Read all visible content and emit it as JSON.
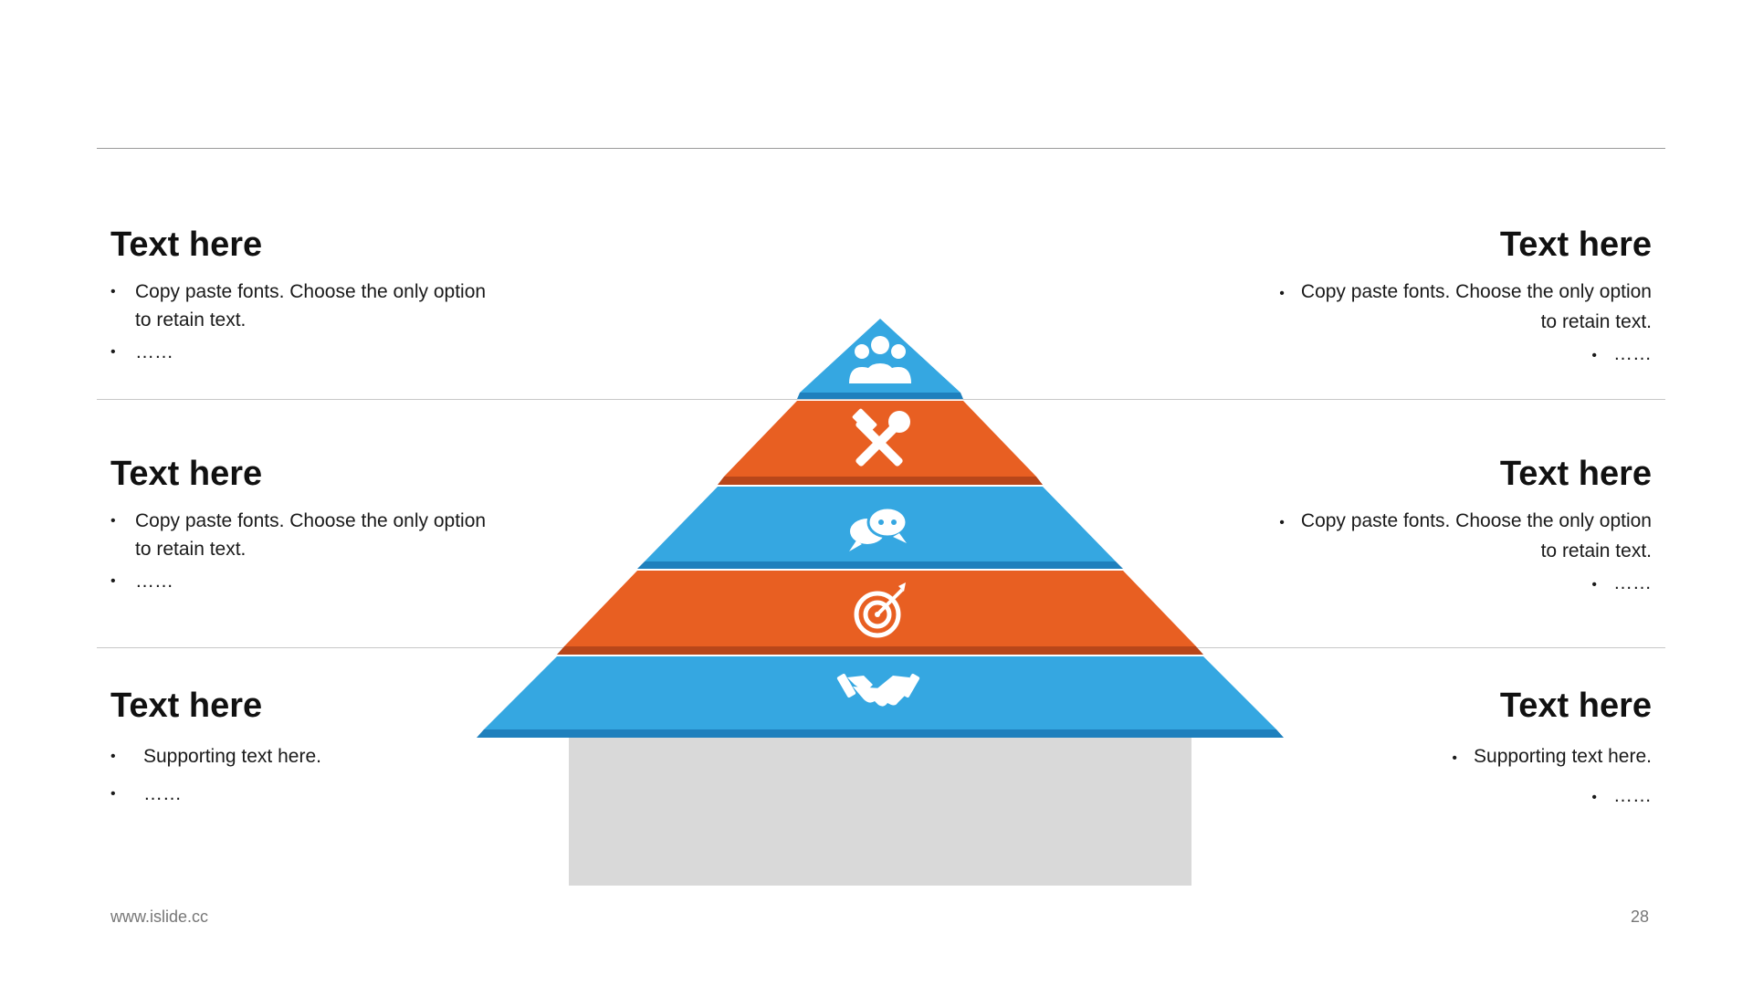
{
  "blocks": {
    "left": [
      {
        "title": "Text here",
        "bullet1": "Copy paste fonts. Choose the only option",
        "bullet1_cont": "to retain text.",
        "bullet2": "……"
      },
      {
        "title": "Text here",
        "bullet1": "Copy paste fonts. Choose the only option",
        "bullet1_cont": "to retain text.",
        "bullet2": "……"
      },
      {
        "title": "Text here",
        "bullet1": "Supporting text here.",
        "bullet2": "……"
      }
    ],
    "right": [
      {
        "title": "Text here",
        "bullet1": "Copy paste fonts. Choose the only option",
        "bullet1_cont": "to retain text.",
        "bullet2": "……"
      },
      {
        "title": "Text here",
        "bullet1": "Copy paste fonts. Choose the only option",
        "bullet1_cont": "to retain text.",
        "bullet2": "……"
      },
      {
        "title": "Text here",
        "bullet1": "Supporting text here.",
        "bullet2": "……"
      }
    ]
  },
  "pyramid": {
    "levels": [
      {
        "icon": "team-icon",
        "color": "#35a7e1",
        "edge": "#1f80bd"
      },
      {
        "icon": "tools-icon",
        "color": "#e85f22",
        "edge": "#b8461a"
      },
      {
        "icon": "chat-icon",
        "color": "#35a7e1",
        "edge": "#1f80bd"
      },
      {
        "icon": "target-icon",
        "color": "#e85f22",
        "edge": "#b8461a"
      },
      {
        "icon": "handshake-icon",
        "color": "#35a7e1",
        "edge": "#1f80bd"
      }
    ],
    "base_color": "#d9d9d9"
  },
  "footer": {
    "url": "www.islide.cc",
    "page": "28"
  }
}
